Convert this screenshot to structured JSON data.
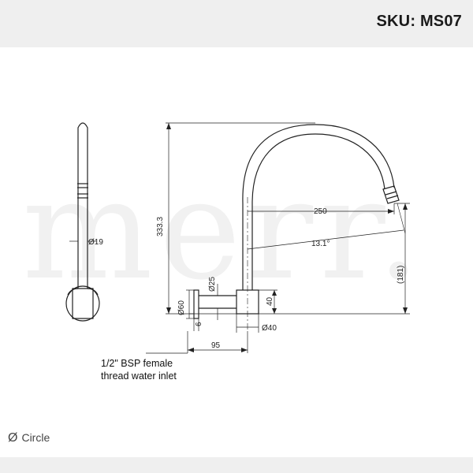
{
  "header": {
    "sku": "SKU: MS07"
  },
  "watermark": "merr.",
  "dimensions": {
    "height_overall": "333.3",
    "reach": "250",
    "angle": "13.1°",
    "outlet_height": "(181)",
    "spout_diameter": "19",
    "pipe_diameter": "25",
    "plate_diameter": "60",
    "plate_thickness": "6",
    "body_height": "40",
    "body_diameter": "40",
    "inlet_length": "95"
  },
  "note": {
    "line1": "1/2\" BSP female",
    "line2": "thread water inlet"
  },
  "legend": {
    "symbol": "Ø",
    "label": "Circle"
  }
}
